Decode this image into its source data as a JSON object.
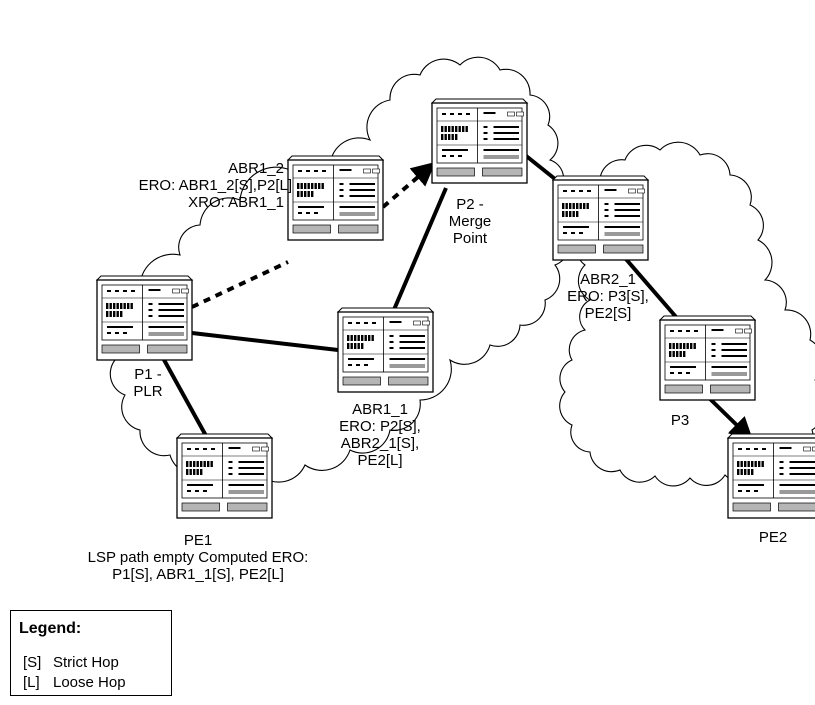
{
  "nodes": [
    {
      "id": "p2",
      "label_lines": [
        "P2 -",
        "Merge",
        "Point"
      ]
    },
    {
      "id": "abr1_2",
      "label_lines": [
        "ABR1_2",
        "ERO: ABR1_2[S],P2[L]",
        "XRO: ABR1_1"
      ]
    },
    {
      "id": "abr2_1",
      "label_lines": [
        "ABR2_1",
        "ERO: P3[S],",
        "PE2[S]"
      ]
    },
    {
      "id": "p1",
      "label_lines": [
        "P1 -",
        "PLR"
      ]
    },
    {
      "id": "abr1_1",
      "label_lines": [
        "ABR1_1",
        "ERO: P2[S],",
        "ABR2_1[S],",
        "PE2[L]"
      ]
    },
    {
      "id": "p3",
      "label_lines": [
        "P3"
      ]
    },
    {
      "id": "pe1",
      "label_lines": [
        "PE1",
        "LSP path empty Computed ERO:",
        "P1[S], ABR1_1[S], PE2[L]"
      ]
    },
    {
      "id": "pe2",
      "label_lines": [
        "PE2"
      ]
    }
  ],
  "links": [
    {
      "from": "pe1",
      "to": "p1",
      "style": "solid"
    },
    {
      "from": "p1",
      "to": "abr1_1",
      "style": "solid"
    },
    {
      "from": "p1",
      "to": "abr1_2",
      "style": "dashed"
    },
    {
      "from": "abr1_2",
      "to": "p2",
      "style": "dashed",
      "arrow": true
    },
    {
      "from": "abr1_1",
      "to": "p2",
      "style": "solid"
    },
    {
      "from": "p2",
      "to": "abr2_1",
      "style": "solid"
    },
    {
      "from": "abr2_1",
      "to": "p3",
      "style": "solid"
    },
    {
      "from": "p3",
      "to": "pe2",
      "style": "solid",
      "arrow": true
    }
  ],
  "legend": {
    "title": "Legend:",
    "items": [
      {
        "code": "[S]",
        "text": "Strict Hop"
      },
      {
        "code": "[L]",
        "text": "Loose Hop"
      }
    ]
  }
}
